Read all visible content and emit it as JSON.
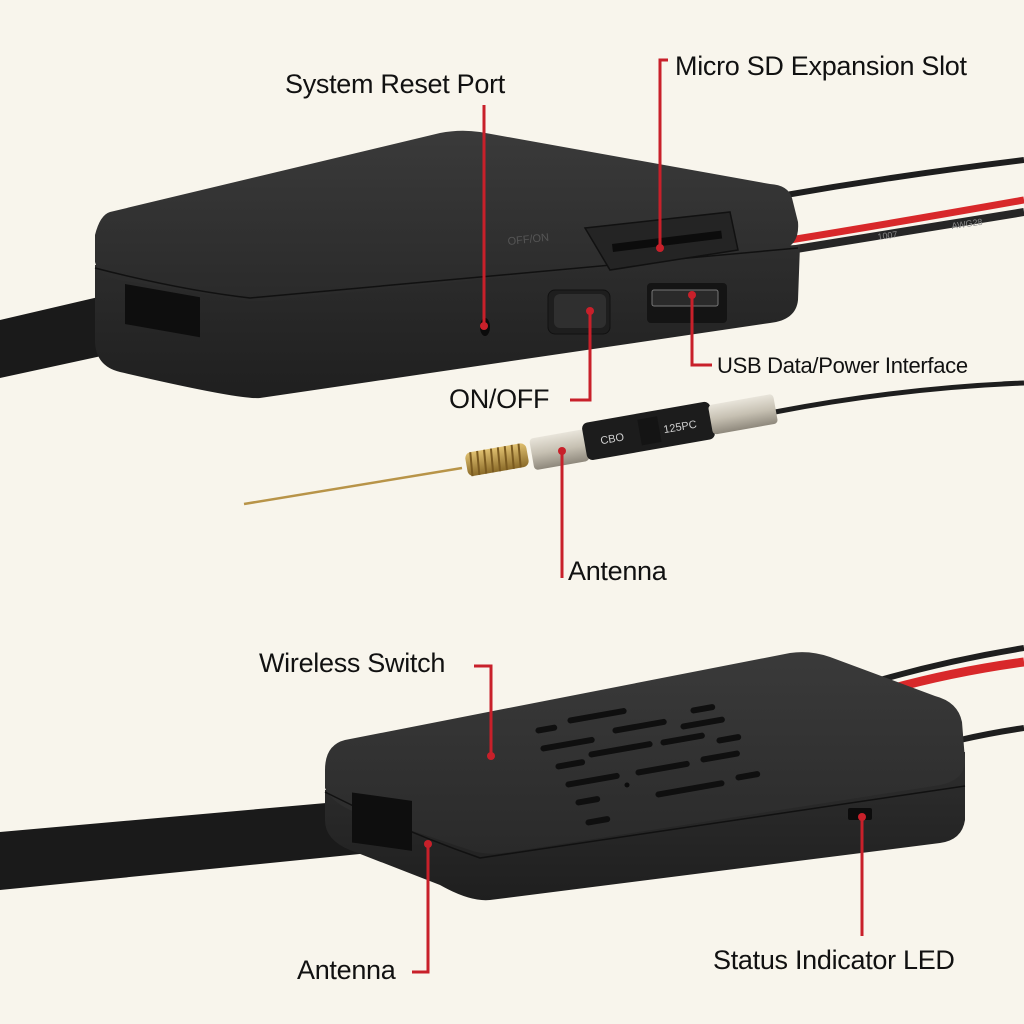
{
  "title": "Wireless camera module component diagram",
  "colors": {
    "background": "#f8f5ec",
    "callout": "#c8202a",
    "device": "#2b2b2b",
    "wire_red": "#d8282a",
    "wire_black": "#1e1e1e",
    "antenna_brass": "#b89448"
  },
  "top_device": {
    "labels": {
      "reset": "System Reset Port",
      "sd_slot": "Micro SD Expansion Slot",
      "on_off": "ON/OFF",
      "usb": "USB Data/Power Interface"
    },
    "case_marking": "OFF/ON",
    "cable_marking_1": "1007",
    "cable_marking_2": "AWG28"
  },
  "antenna_part": {
    "label": "Antenna",
    "sleeve_text_1": "CBO",
    "sleeve_text_2": "125PC"
  },
  "bottom_device": {
    "labels": {
      "wireless_switch": "Wireless Switch",
      "antenna": "Antenna",
      "status_led": "Status Indicator LED"
    }
  }
}
